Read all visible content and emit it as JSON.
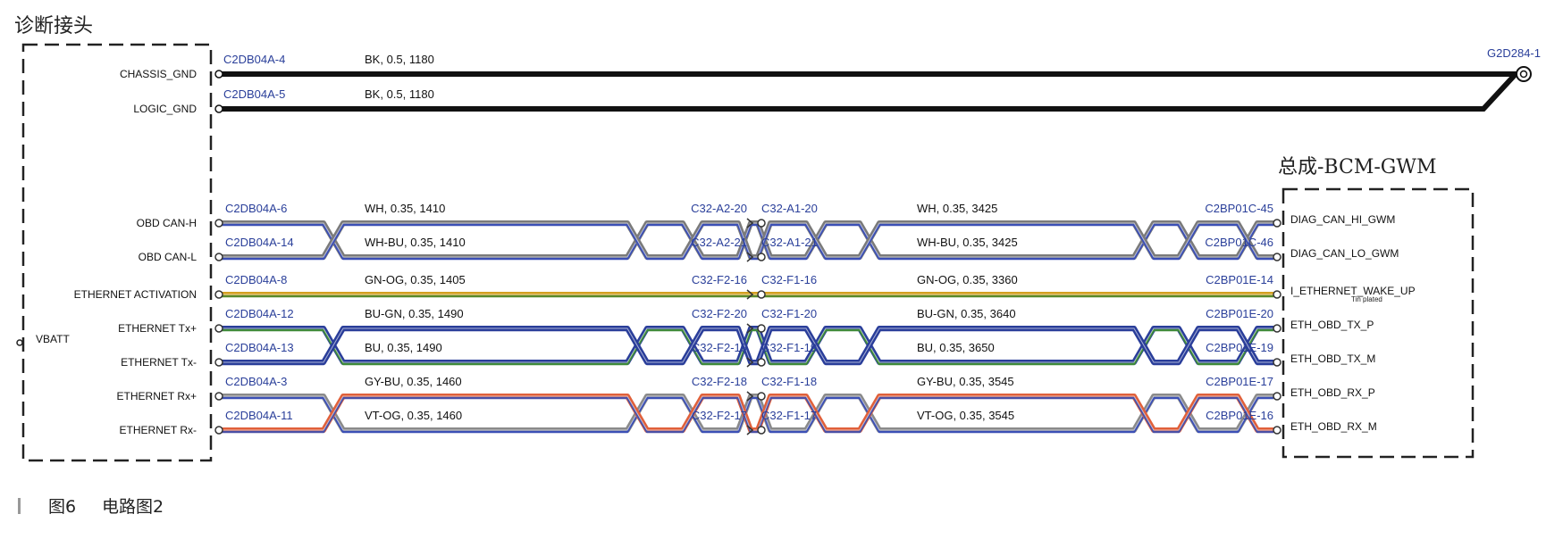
{
  "title_left": "诊断接头",
  "title_right": "总成-BCM-GWM",
  "ground_connector": "G2D284-1",
  "vbatt_label": "VBATT",
  "tin_plated_note": "Tin plated",
  "caption": {
    "figure_number": "图6",
    "figure_title": "电路图2"
  },
  "ground_wires": [
    {
      "pin": "CHASSIS_GND",
      "conn": "C2DB04A-4",
      "spec": "BK, 0.5, 1180"
    },
    {
      "pin": "LOGIC_GND",
      "conn": "C2DB04A-5",
      "spec": "BK, 0.5, 1180"
    }
  ],
  "signal_wires": [
    {
      "left_pin": "OBD CAN-H",
      "left_conn": "C2DB04A-6",
      "spec1": "WH, 0.35, 1410",
      "mid_left": "C32-A2-20",
      "mid_right": "C32-A1-20",
      "spec2": "WH, 0.35, 3425",
      "right_conn": "C2BP01C-45",
      "right_pin": "DIAG_CAN_HI_GWM",
      "color1": "#7a7a7a",
      "color2": "#3b4fb5"
    },
    {
      "left_pin": "OBD CAN-L",
      "left_conn": "C2DB04A-14",
      "spec1": "WH-BU, 0.35, 1410",
      "mid_left": "C32-A2-21",
      "mid_right": "C32-A1-21",
      "spec2": "WH-BU, 0.35, 3425",
      "right_conn": "C2BP01C-46",
      "right_pin": "DIAG_CAN_LO_GWM",
      "color1": "#7a7a7a",
      "color2": "#3b4fb5"
    },
    {
      "left_pin": "ETHERNET ACTIVATION",
      "left_conn": "C2DB04A-8",
      "spec1": "GN-OG, 0.35, 1405",
      "mid_left": "C32-F2-16",
      "mid_right": "C32-F1-16",
      "spec2": "GN-OG, 0.35, 3360",
      "right_conn": "C2BP01E-14",
      "right_pin": "I_ETHERNET_WAKE_UP",
      "color1": "#d4a020",
      "color2": "#5a8a2a"
    },
    {
      "left_pin": "ETHERNET Tx+",
      "left_conn": "C2DB04A-12",
      "spec1": "BU-GN, 0.35, 1490",
      "mid_left": "C32-F2-20",
      "mid_right": "C32-F1-20",
      "spec2": "BU-GN, 0.35, 3640",
      "right_conn": "C2BP01E-20",
      "right_pin": "ETH_OBD_TX_P",
      "color1": "#2a3e9a",
      "color2": "#3f8a3a"
    },
    {
      "left_pin": "ETHERNET Tx-",
      "left_conn": "C2DB04A-13",
      "spec1": "BU, 0.35, 1490",
      "mid_left": "C32-F2-19",
      "mid_right": "C32-F1-19",
      "spec2": "BU, 0.35, 3650",
      "right_conn": "C2BP01E-19",
      "right_pin": "ETH_OBD_TX_M",
      "color1": "#2a3e9a",
      "color2": "#2a3e9a"
    },
    {
      "left_pin": "ETHERNET Rx+",
      "left_conn": "C2DB04A-3",
      "spec1": "GY-BU, 0.35, 1460",
      "mid_left": "C32-F2-18",
      "mid_right": "C32-F1-18",
      "spec2": "GY-BU, 0.35, 3545",
      "right_conn": "C2BP01E-17",
      "right_pin": "ETH_OBD_RX_P",
      "color1": "#8a8a8a",
      "color2": "#3b4fb5"
    },
    {
      "left_pin": "ETHERNET Rx-",
      "left_conn": "C2DB04A-11",
      "spec1": "VT-OG, 0.35, 1460",
      "mid_left": "C32-F2-17",
      "mid_right": "C32-F1-17",
      "spec2": "VT-OG, 0.35, 3545",
      "right_conn": "C2BP01E-16",
      "right_pin": "ETH_OBD_RX_M",
      "color1": "#e0603a",
      "color2": "#4a4fa5"
    }
  ]
}
